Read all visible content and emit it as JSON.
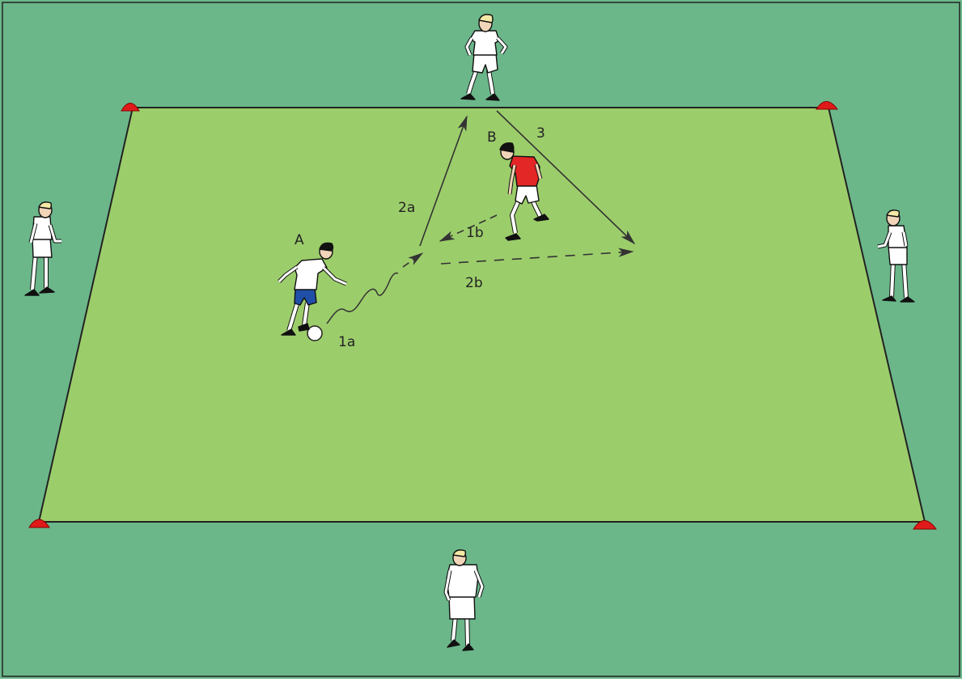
{
  "colors": {
    "outer_field": "#6bb78a",
    "inner_pitch": "#9ccd6b",
    "cone": "#e01a1a",
    "arrow": "#333333",
    "shirt_red": "#e32626",
    "shorts_blue": "#1f4fa8",
    "kit_white": "#ffffff",
    "outline": "#111111"
  },
  "icons": {
    "cone": "red-marker-cone-icon",
    "ball": "soccer-ball-icon"
  },
  "labels": {
    "player_a": "A",
    "player_b": "B",
    "move_1a": "1a",
    "move_1b": "1b",
    "move_2a": "2a",
    "move_2b": "2b",
    "move_3": "3"
  }
}
